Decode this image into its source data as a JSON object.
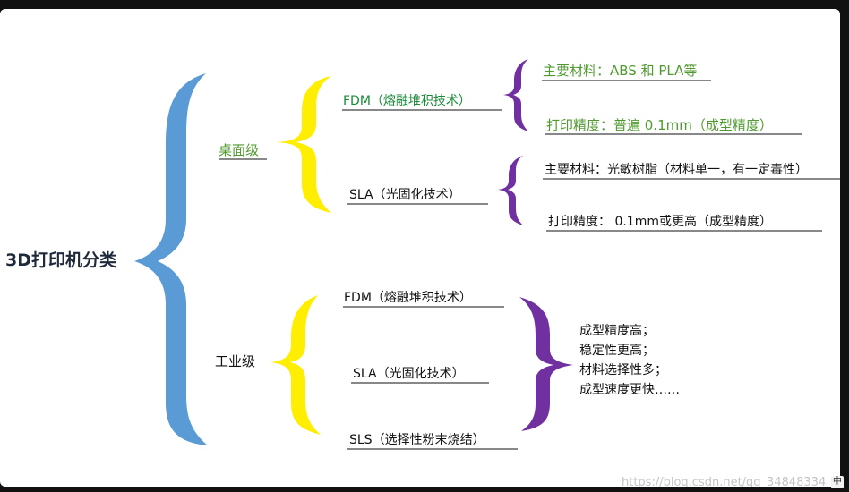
{
  "root": "3D打印机分类",
  "branches": [
    {
      "label": "桌面级",
      "items": [
        {
          "label": "FDM（熔融堆积技术）",
          "details": [
            "主要材料：ABS 和 PLA等",
            "打印精度：普遍 0.1mm（成型精度）"
          ]
        },
        {
          "label": "SLA（光固化技术）",
          "details": [
            "主要材料：光敏树脂（材料单一，有一定毒性）",
            "打印精度： 0.1mm或更高（成型精度）"
          ]
        }
      ]
    },
    {
      "label": "工业级",
      "items": [
        {
          "label": "FDM（熔融堆积技术）"
        },
        {
          "label": "SLA（光固化技术）"
        },
        {
          "label": "SLS（选择性粉末烧结）"
        }
      ],
      "summary": [
        "成型精度高；",
        "稳定性更高；",
        "材料选择性多；",
        "成型速度更快……"
      ]
    }
  ],
  "watermark": "https://blog.csdn.net/qq_34848334",
  "ime_badge": "中",
  "colors": {
    "root_brace": "#5b9bd5",
    "level2_brace": "#ffee00",
    "level3_brace": "#7030a0",
    "green_text": "#4f9a2e",
    "teal_text": "#1a8a3a"
  }
}
